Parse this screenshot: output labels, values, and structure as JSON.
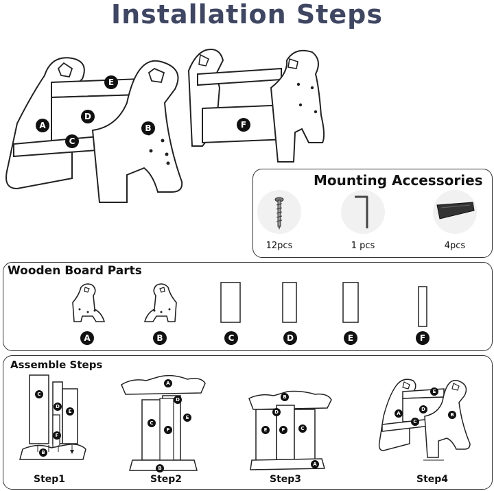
{
  "title": "Installation Steps",
  "hero": {
    "labels": [
      "A",
      "B",
      "C",
      "D",
      "E",
      "F"
    ]
  },
  "accessories": {
    "title": "Mounting Accessories",
    "items": [
      {
        "icon": "screw-icon",
        "qty": "12pcs"
      },
      {
        "icon": "allen-key-icon",
        "qty": "1 pcs"
      },
      {
        "icon": "felt-pad-icon",
        "qty": "4pcs"
      }
    ]
  },
  "parts": {
    "title": "Wooden Board Parts",
    "labels": [
      "A",
      "B",
      "C",
      "D",
      "E",
      "F"
    ]
  },
  "assemble": {
    "title": "Assemble Steps",
    "steps": [
      "Step1",
      "Step2",
      "Step3",
      "Step4"
    ]
  }
}
